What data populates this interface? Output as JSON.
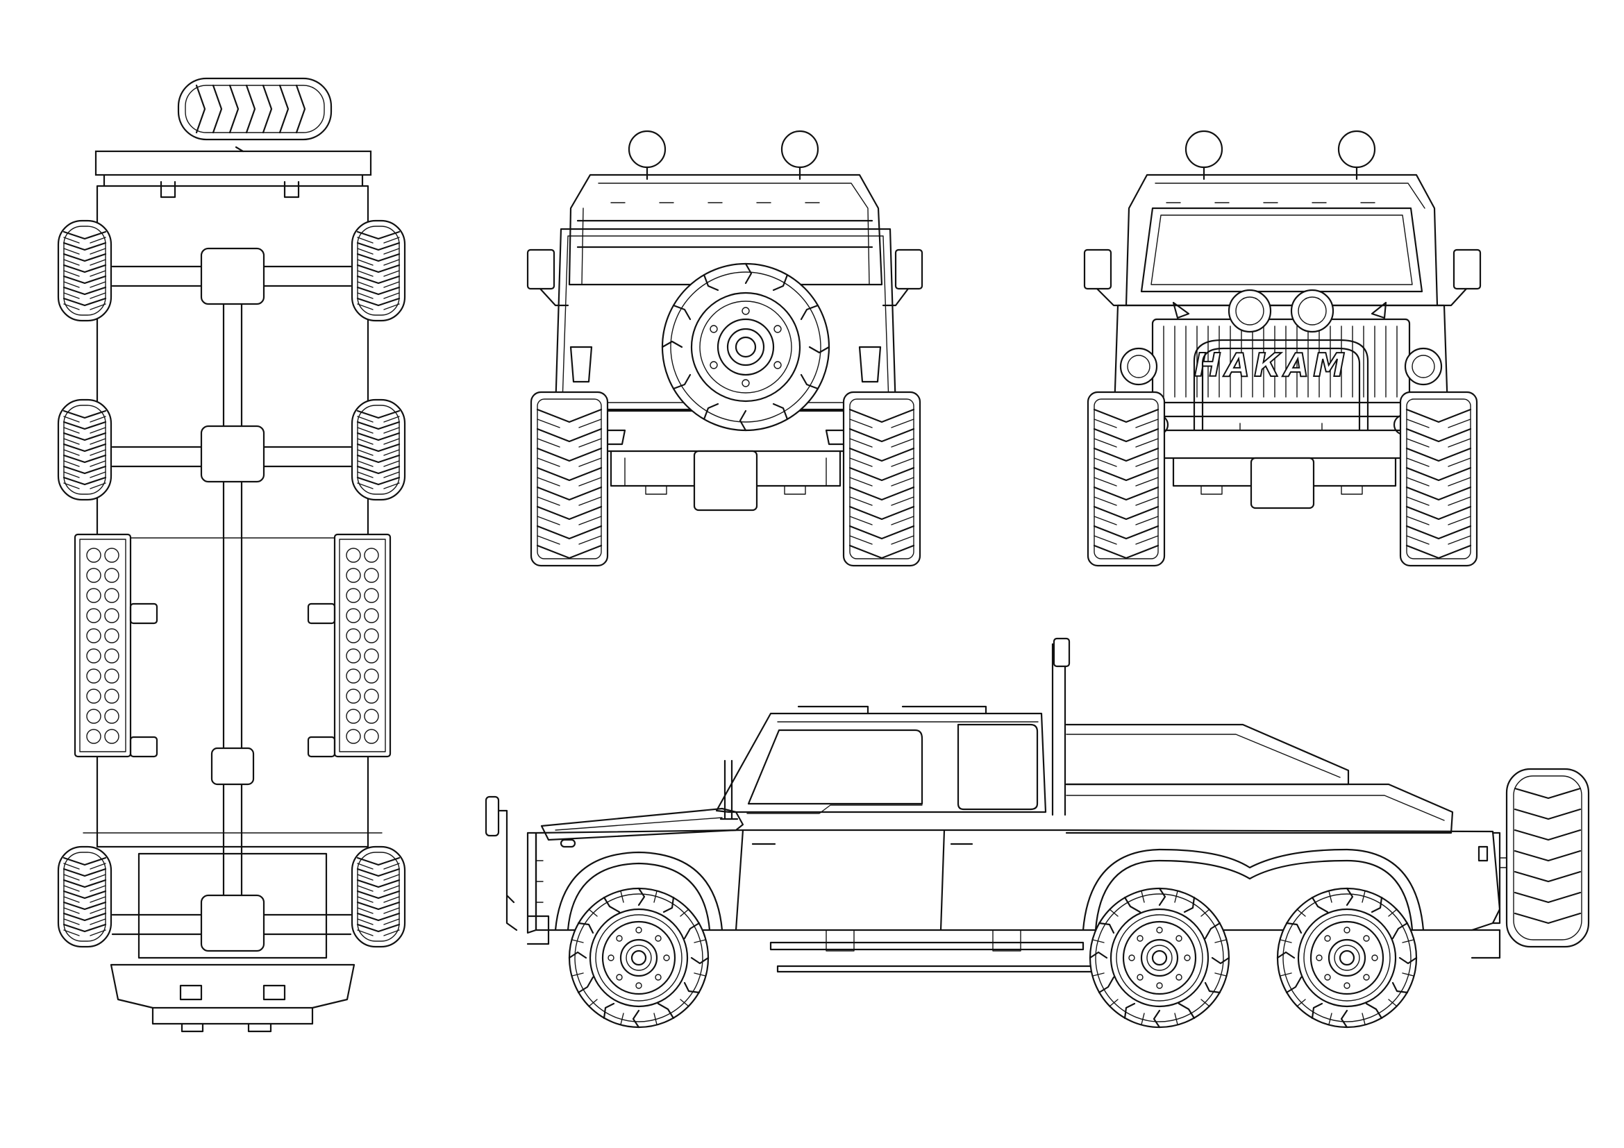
{
  "drawing": {
    "views": [
      "bottom",
      "rear",
      "front",
      "side"
    ],
    "grille_text": "НАКАМ",
    "line_color": "#111111",
    "background": "#ffffff"
  }
}
